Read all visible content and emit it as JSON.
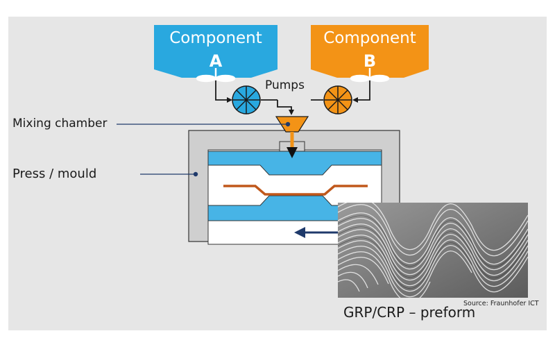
{
  "components": {
    "a": {
      "title": "Component",
      "letter": "A",
      "color": "#29a8df"
    },
    "b": {
      "title": "Component",
      "letter": "B",
      "color": "#f39316"
    }
  },
  "labels": {
    "pumps": "Pumps",
    "mixing_chamber": "Mixing chamber",
    "press_mould": "Press / mould",
    "preform": "GRP/CRP – preform",
    "source": "Source: Fraunhofer ICT"
  },
  "colors": {
    "panel": "#e6e6e6",
    "mould_blue": "#47b4e6",
    "preform_line": "#c0581b",
    "arrow": "#1f3a6b"
  }
}
